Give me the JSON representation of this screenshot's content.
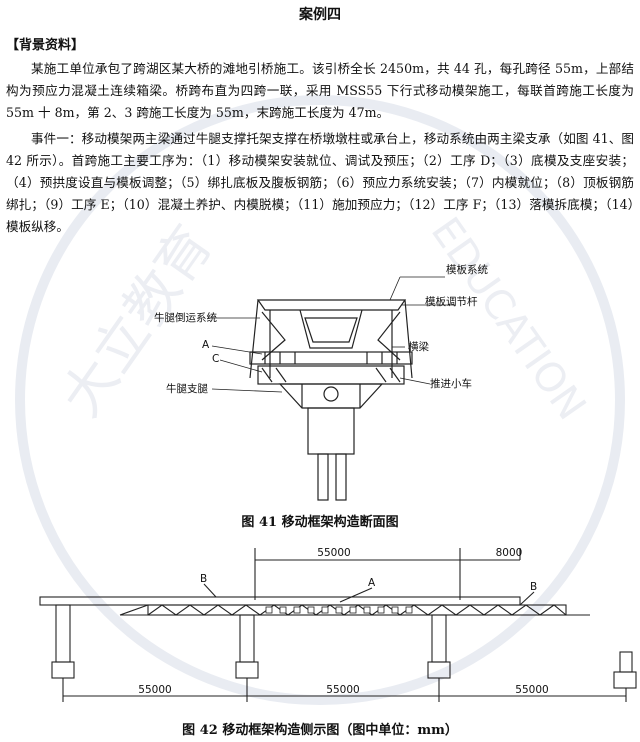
{
  "title": "案例四",
  "section_header": "【背景资料】",
  "paragraph1": "某施工单位承包了跨湖区某大桥的滩地引桥施工。该引桥全长 2450m，共 44 孔，每孔跨径 55m，上部结构为预应力混凝土连续箱梁。桥跨布直为四跨一联，采用 MSS55 下行式移动模架施工，每联首跨施工长度为 55m 十 8m，第 2、3 跨施工长度为 55m，末跨施工长度为 47m。",
  "paragraph2": "事件一：移动模架两主梁通过牛腿支撑托架支撑在桥墩墩柱或承台上，移动系统由两主梁支承（如图 41、图 42 所示）。首跨施工主要工序为：（1）移动模架安装就位、调试及预压；（2）工序 D；（3）底模及支座安装；（4）预拱度设直与模板调整；（5）绑扎底板及腹板钢筋；（6）预应力系统安装；（7）内模就位；（8）顶板钢筋绑扎；（9）工序 E；（10）混凝土养护、内模脱模；（11）施加预应力；（12）工序 F；（13）落模拆底模；（14）模板纵移。",
  "watermark": {
    "left": "大立教育",
    "right": "EDUCATION"
  },
  "fig41": {
    "caption": "图 41 移动框架构造断面图",
    "labels": {
      "formwork_system": "模板系统",
      "formwork_rod": "模板调节杆",
      "bracket_transport": "牛腿倒运系统",
      "label_a": "A",
      "label_c": "C",
      "crossbeam": "横梁",
      "push_trolley": "推进小车",
      "bracket_leg": "牛腿支腿"
    }
  },
  "fig42": {
    "caption": "图 42 移动框架构造侧示图（图中单位：mm）",
    "dim_top": "55000",
    "dim_top_right": "8000",
    "dim_bottom_1": "55000",
    "dim_bottom_2": "55000",
    "dim_bottom_3": "55000",
    "label_b_left": "B",
    "label_a": "A",
    "label_b_right": "B"
  }
}
